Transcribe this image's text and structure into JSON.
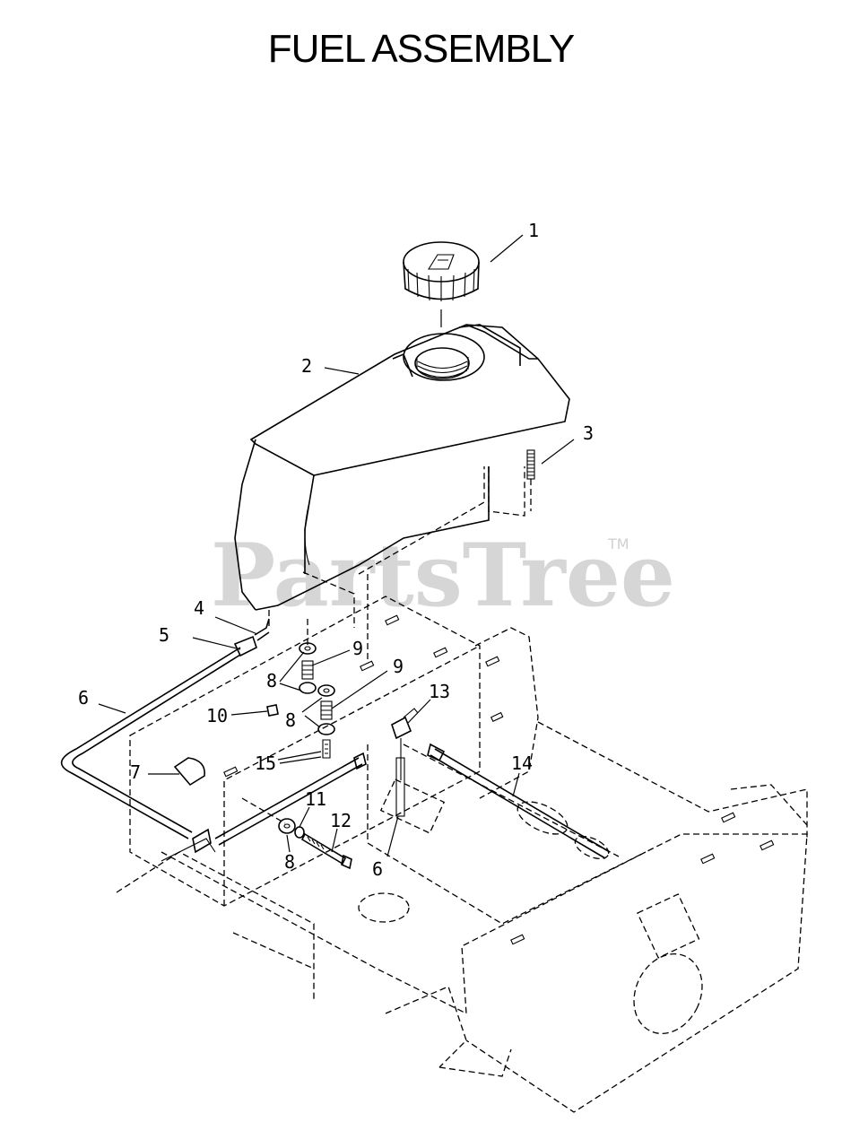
{
  "title": "FUEL ASSEMBLY",
  "watermark": {
    "text": "PartsTree",
    "trademark": "TM"
  },
  "callouts": [
    {
      "id": "c1",
      "label": "1"
    },
    {
      "id": "c2",
      "label": "2"
    },
    {
      "id": "c3",
      "label": "3"
    },
    {
      "id": "c4",
      "label": "4"
    },
    {
      "id": "c5",
      "label": "5"
    },
    {
      "id": "c6a",
      "label": "6"
    },
    {
      "id": "c6b",
      "label": "6"
    },
    {
      "id": "c7",
      "label": "7"
    },
    {
      "id": "c8a",
      "label": "8"
    },
    {
      "id": "c8b",
      "label": "8"
    },
    {
      "id": "c8c",
      "label": "8"
    },
    {
      "id": "c9a",
      "label": "9"
    },
    {
      "id": "c9b",
      "label": "9"
    },
    {
      "id": "c10",
      "label": "10"
    },
    {
      "id": "c11",
      "label": "11"
    },
    {
      "id": "c12",
      "label": "12"
    },
    {
      "id": "c13",
      "label": "13"
    },
    {
      "id": "c14",
      "label": "14"
    },
    {
      "id": "c15",
      "label": "15"
    }
  ]
}
